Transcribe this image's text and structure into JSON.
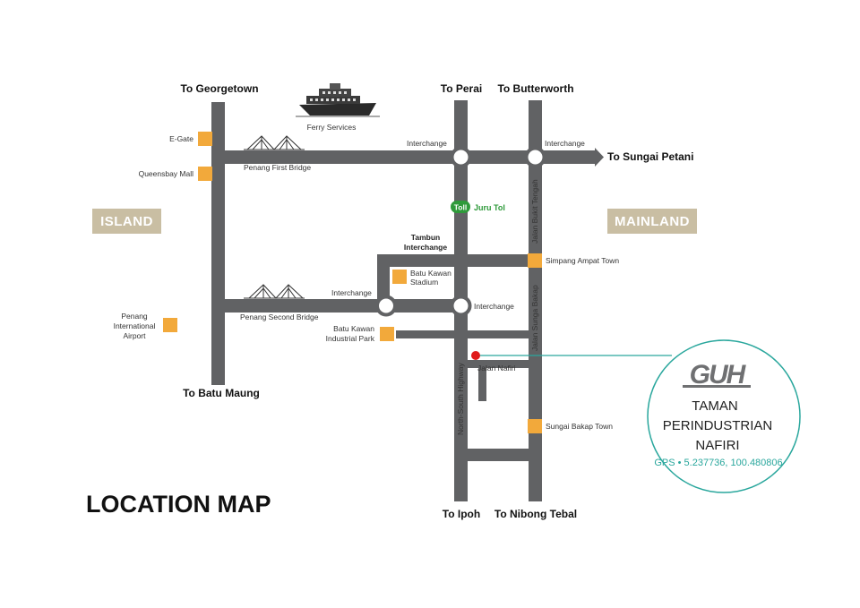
{
  "title": "LOCATION MAP",
  "regions": {
    "island": "ISLAND",
    "mainland": "MAINLAND"
  },
  "directions": {
    "georgetown": "To Georgetown",
    "perai": "To Perai",
    "butterworth": "To Butterworth",
    "sungai_petani": "To Sungai Petani",
    "batu_maung": "To Batu Maung",
    "ipoh": "To Ipoh",
    "nibong_tebal": "To Nibong Tebal"
  },
  "places": {
    "egate": "E-Gate",
    "queensbay": "Queensbay Mall",
    "airport": [
      "Penang",
      "International",
      "Airport"
    ],
    "batu_kawan_stadium": [
      "Batu Kawan",
      "Stadium"
    ],
    "batu_kawan_industrial": [
      "Batu Kawan",
      "Industrial Park"
    ],
    "simpang_ampat": "Simpang Ampat Town",
    "sungai_bakap": "Sungai Bakap Town",
    "ferry": "Ferry Services"
  },
  "roads": {
    "first_bridge": "Penang First Bridge",
    "second_bridge": "Penang Second Bridge",
    "interchange": "Interchange",
    "tambun": [
      "Tambun",
      "Interchange"
    ],
    "toll_badge": "Toll",
    "toll_name": "Juru Tol",
    "jalan_bukit_tengah": "Jalan Bukit Tengah",
    "jalan_sunga_bakap": "Jalan Sunga Bakap",
    "north_south": "North-South Highway",
    "jalan_nafiri": "Jalan Nafiri"
  },
  "callout": {
    "logo": "GUH",
    "name_lines": [
      "TAMAN",
      "PERINDUSTRIAN",
      "NAFIRI"
    ],
    "gps": "GPS • 5.237736, 100.480806"
  },
  "colors": {
    "road": "#616264",
    "marker": "#f2a93b",
    "region_badge": "#c9bea3",
    "toll": "#2e9a3a",
    "callout": "#2aa79d",
    "pin": "#e01b1b"
  }
}
